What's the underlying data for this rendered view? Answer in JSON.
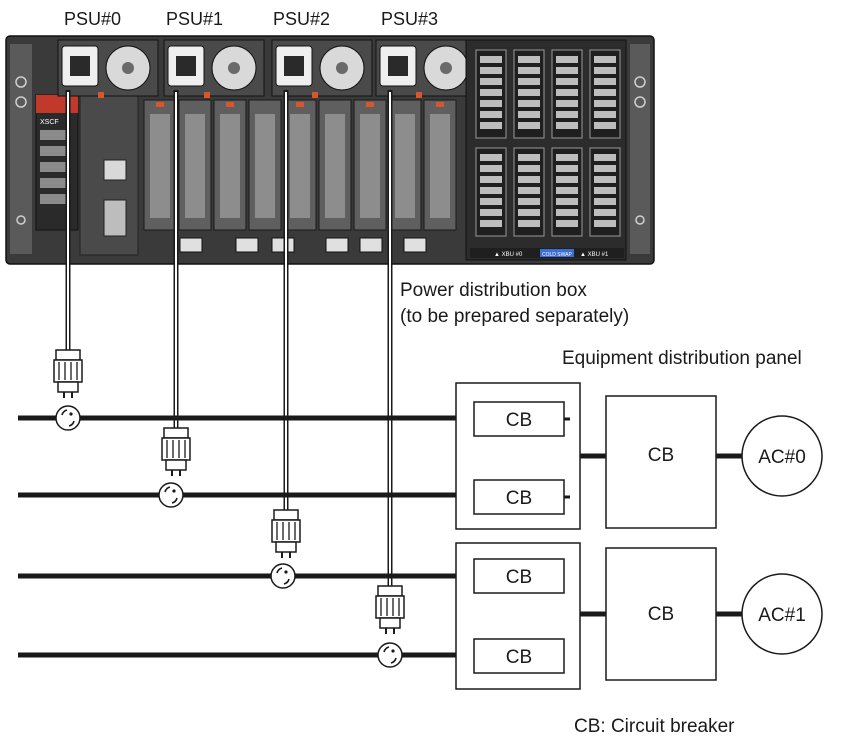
{
  "psu_labels": [
    "PSU#0",
    "PSU#1",
    "PSU#2",
    "PSU#3"
  ],
  "power_box": {
    "line1": "Power distribution box",
    "line2": "(to be prepared separately)"
  },
  "panel_title": "Equipment distribution panel",
  "cb_label": "CB",
  "ac_sources": [
    "AC#0",
    "AC#1"
  ],
  "legend": "CB: Circuit breaker",
  "chassis_marks": {
    "xbu0": "▲ XBU #0",
    "cold": "COLD SWAP",
    "xbu1": "▲ XBU #1",
    "xscf": "XSCF"
  },
  "colors": {
    "line": "#1a1a1a",
    "chassis": "#3b3b3b",
    "chassis_dark": "#1e1e1e",
    "slot": "#777777",
    "accent_orange": "#d9552a",
    "accent_blue": "#3c6fd6"
  }
}
